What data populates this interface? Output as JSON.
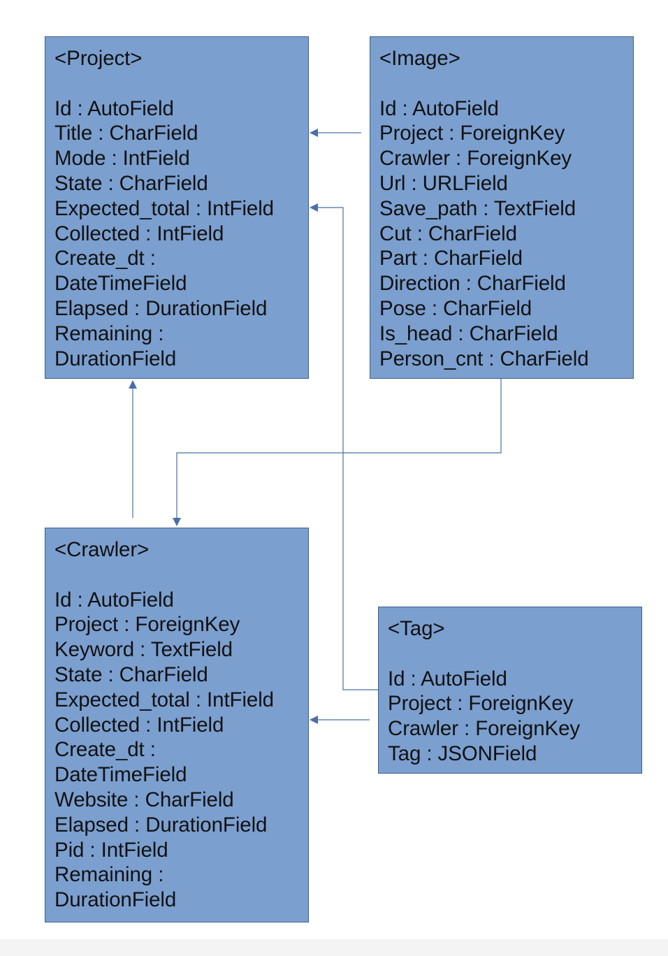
{
  "entities": {
    "project": {
      "title": "<Project>",
      "fields": [
        "Id : AutoField",
        "Title : CharField",
        "Mode : IntField",
        "State : CharField",
        "Expected_total : IntField",
        "Collected : IntField",
        "Create_dt :",
        "DateTimeField",
        "Elapsed : DurationField",
        "Remaining :",
        "DurationField"
      ]
    },
    "image": {
      "title": "<Image>",
      "fields": [
        "Id : AutoField",
        "Project : ForeignKey",
        "Crawler : ForeignKey",
        "Url : URLField",
        "Save_path : TextField",
        "Cut : CharField",
        "Part : CharField",
        "Direction : CharField",
        "Pose : CharField",
        "Is_head : CharField",
        "Person_cnt : CharField"
      ]
    },
    "crawler": {
      "title": "<Crawler>",
      "fields": [
        "Id : AutoField",
        "Project : ForeignKey",
        "Keyword : TextField",
        "State : CharField",
        "Expected_total : IntField",
        "Collected : IntField",
        "Create_dt :",
        "DateTimeField",
        "Website : CharField",
        "Elapsed : DurationField",
        "Pid : IntField",
        "Remaining :",
        "DurationField"
      ]
    },
    "tag": {
      "title": "<Tag>",
      "fields": [
        "Id : AutoField",
        "Project : ForeignKey",
        "Crawler : ForeignKey",
        "Tag : JSONField"
      ]
    }
  },
  "colors": {
    "box_fill": "#7b9fcf",
    "box_border": "#3d5d8f",
    "connector": "#4a6ea8",
    "text": "#111111"
  }
}
